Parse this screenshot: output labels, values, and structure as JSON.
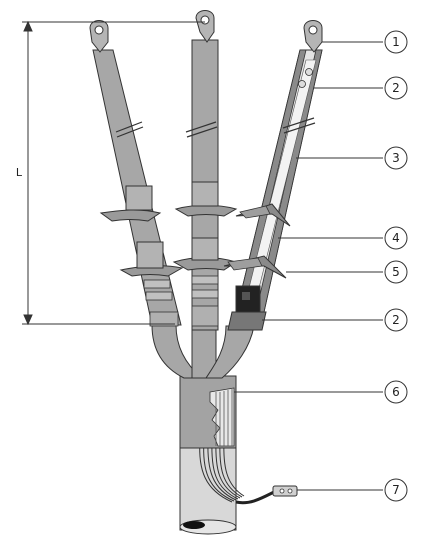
{
  "dimension_label": "L",
  "callouts": [
    {
      "number": "1"
    },
    {
      "number": "2"
    },
    {
      "number": "3"
    },
    {
      "number": "4"
    },
    {
      "number": "5"
    },
    {
      "number": "2"
    },
    {
      "number": "6"
    },
    {
      "number": "7"
    }
  ],
  "colors": {
    "body": "#a7a7a7",
    "body_dark": "#8d8d8d",
    "body_light": "#c5c5c5",
    "cutaway": "#e9e9e9",
    "stroke": "#333333",
    "cable": "#d4d4d4"
  }
}
